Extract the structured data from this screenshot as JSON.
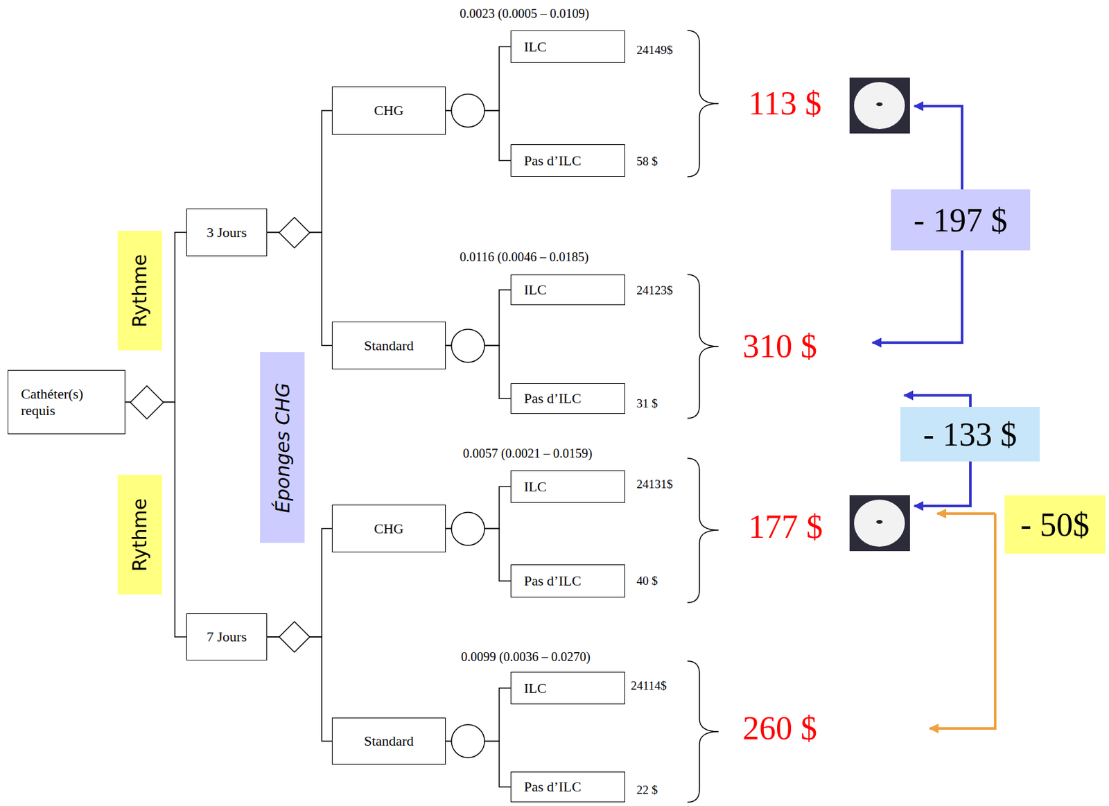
{
  "diagram": {
    "nodes": [
      {
        "text": [
          "Cathéter(s) requis"
        ]
      },
      {
        "text": [
          "Rythme"
        ]
      },
      {
        "text": [
          "3 Jours"
        ]
      },
      {
        "text": [
          "Éponges CHG"
        ]
      },
      {
        "text": [
          "CHG"
        ]
      },
      {
        "text": [
          "ILC"
        ]
      },
      {
        "text": [
          "Pas d’ILC"
        ]
      },
      {
        "text": [
          "Standard"
        ]
      },
      {
        "text": [
          "ILC"
        ]
      },
      {
        "text": [
          "Pas d’ILC"
        ]
      },
      {
        "text": [
          "Rythme"
        ]
      },
      {
        "text": [
          "7 Jours"
        ]
      },
      {
        "text": [
          "CHG"
        ]
      },
      {
        "text": [
          "ILC"
        ]
      },
      {
        "text": [
          "Pas d’ILC"
        ]
      },
      {
        "text": [
          "Standard"
        ]
      },
      {
        "text": [
          "ILC"
        ]
      },
      {
        "text": [
          "Pas d’ILC"
        ]
      },
      {
        "text": [
          "- 197 $"
        ]
      },
      {
        "text": [
          "- 133 $"
        ]
      },
      {
        "text": [
          "- 50$"
        ]
      }
    ],
    "edges": [
      {
        "from": 0,
        "to": 2,
        "arrow": "none"
      },
      {
        "from": 0,
        "to": 11,
        "arrow": "none"
      },
      {
        "from": 2,
        "to": 4,
        "arrow": "none"
      },
      {
        "from": 2,
        "to": 7,
        "arrow": "none"
      },
      {
        "from": 4,
        "to": 5,
        "arrow": "none"
      },
      {
        "from": 4,
        "to": 6,
        "arrow": "none"
      },
      {
        "from": 7,
        "to": 8,
        "arrow": "none"
      },
      {
        "from": 7,
        "to": 9,
        "arrow": "none"
      },
      {
        "from": 11,
        "to": 12,
        "arrow": "none"
      },
      {
        "from": 11,
        "to": 15,
        "arrow": "none"
      },
      {
        "from": 12,
        "to": 13,
        "arrow": "none"
      },
      {
        "from": 12,
        "to": 14,
        "arrow": "none"
      },
      {
        "from": 15,
        "to": 16,
        "arrow": "none"
      },
      {
        "from": 15,
        "to": 17,
        "arrow": "none"
      }
    ],
    "labels": [
      "0.0023 (0.0005 – 0.0109)",
      "24149$",
      "58 $",
      "113 $",
      "0.0116 (0.0046 – 0.0185)",
      "24123$",
      "31 $",
      "310 $",
      "0.0057 (0.0021 – 0.0159)",
      "24131$",
      "40 $",
      "177 $",
      "0.0099 (0.0036 – 0.0270)",
      "24114$",
      "22 $",
      "260 $"
    ]
  }
}
